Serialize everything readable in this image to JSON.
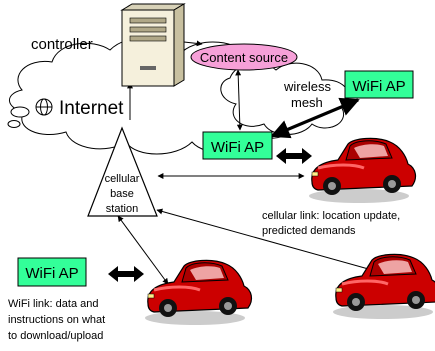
{
  "labels": {
    "controller": "controller",
    "content_source": "Content source",
    "internet": "Internet",
    "wireless_mesh_line1": "wireless",
    "wireless_mesh_line2": "mesh",
    "base_station_line1": "cellular",
    "base_station_line2": "base",
    "base_station_line3": "station",
    "cellular_link_line1": "cellular link: location update,",
    "cellular_link_line2": "predicted demands",
    "wifi_link_line1": "WiFi link: data and",
    "wifi_link_line2": "instructions on what",
    "wifi_link_line3": "to download/upload"
  },
  "access_points": [
    {
      "label": "WiFi AP"
    },
    {
      "label": "WiFi AP"
    },
    {
      "label": "WiFi AP"
    }
  ],
  "colors": {
    "wifi_ap_fill": "#33ff99",
    "content_source_fill": "#f6a0d8",
    "car_body": "#cc0000",
    "car_highlight": "#ff4444",
    "server_fill": "#f5f0dc"
  }
}
